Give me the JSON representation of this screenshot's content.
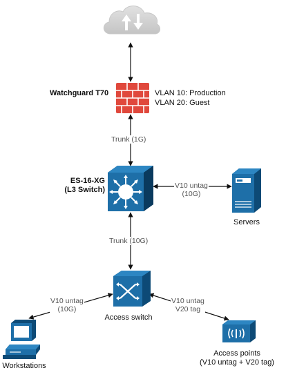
{
  "nodes": {
    "internet": {
      "icon": "cloud-icon"
    },
    "firewall": {
      "name": "Watchguard T70",
      "vlans": [
        "VLAN 10:  Production",
        "VLAN 20: Guest"
      ],
      "icon": "firewall-brick-icon",
      "color": "#e0483c"
    },
    "core_switch": {
      "name_lines": [
        "ES-16-XG",
        "(L3 Switch)"
      ],
      "icon": "l3-switch-icon",
      "color": "#1e6fa8"
    },
    "servers": {
      "name": "Servers",
      "icon": "server-icon"
    },
    "access_switch": {
      "name": "Access switch",
      "icon": "access-switch-icon"
    },
    "workstations": {
      "name": "Workstations",
      "icon": "workstation-icon"
    },
    "access_points": {
      "name_lines": [
        "Access points",
        "(V10 untag + V20 tag)"
      ],
      "icon": "wireless-ap-icon"
    }
  },
  "links": {
    "fw_core": {
      "label": "Trunk (1G)"
    },
    "core_access": {
      "label": "Trunk (10G)"
    },
    "core_servers": {
      "lines": [
        "V10 untag",
        "(10G)"
      ]
    },
    "access_ws": {
      "lines": [
        "V10 untag",
        "(10G)"
      ]
    },
    "access_ap": {
      "lines": [
        "V10 untag",
        "V20 tag"
      ]
    }
  }
}
